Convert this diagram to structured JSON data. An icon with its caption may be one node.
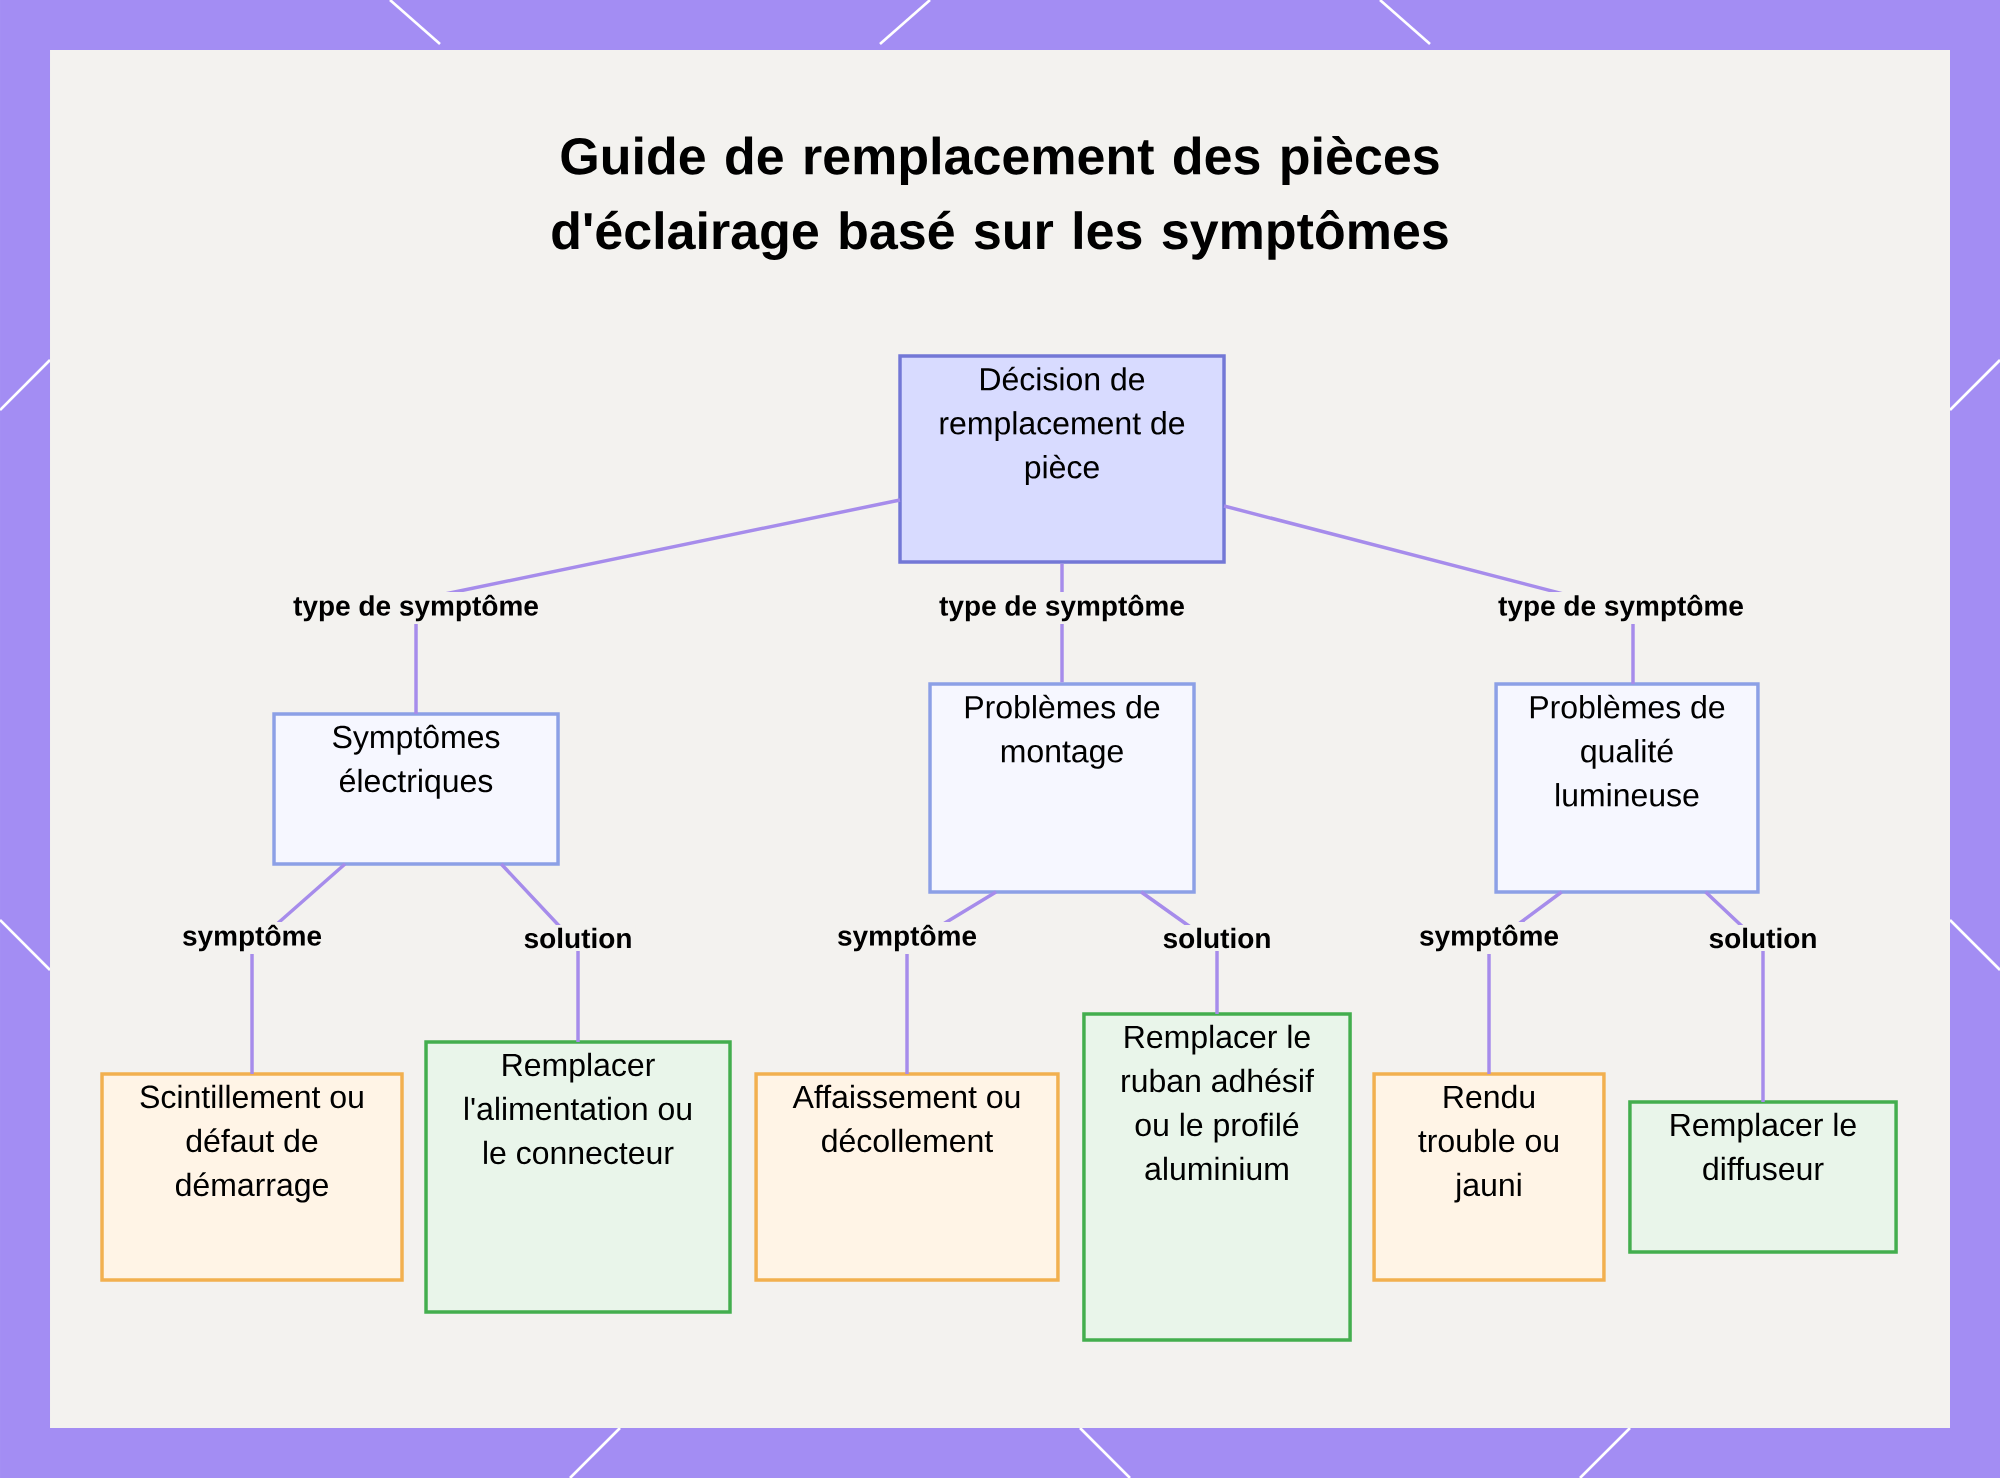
{
  "diagram": {
    "title": "Guide de remplacement des pièces d'éclairage basé sur les symptômes",
    "nodes": [
      {
        "text": [
          "Décision de remplacement de pièce"
        ]
      },
      {
        "text": [
          "Symptômes électriques"
        ]
      },
      {
        "text": [
          "Problèmes de montage"
        ]
      },
      {
        "text": [
          "Problèmes de qualité lumineuse"
        ]
      },
      {
        "text": [
          "Scintillement ou défaut de démarrage"
        ]
      },
      {
        "text": [
          "Remplacer l'alimentation ou le connecteur"
        ]
      },
      {
        "text": [
          "Affaissement ou décollement"
        ]
      },
      {
        "text": [
          "Remplacer le ruban adhésif ou le profilé aluminium"
        ]
      },
      {
        "text": [
          "Rendu trouble ou jauni"
        ]
      },
      {
        "text": [
          "Remplacer le diffuseur"
        ]
      }
    ],
    "edges": [
      {
        "from": 0,
        "to": 1,
        "arrow": "none",
        "label": "type de symptôme"
      },
      {
        "from": 0,
        "to": 2,
        "arrow": "none",
        "label": "type de symptôme"
      },
      {
        "from": 0,
        "to": 3,
        "arrow": "none",
        "label": "type de symptôme"
      },
      {
        "from": 1,
        "to": 4,
        "arrow": "none",
        "label": "symptôme"
      },
      {
        "from": 1,
        "to": 5,
        "arrow": "none",
        "label": "solution"
      },
      {
        "from": 2,
        "to": 6,
        "arrow": "none",
        "label": "symptôme"
      },
      {
        "from": 2,
        "to": 7,
        "arrow": "none",
        "label": "solution"
      },
      {
        "from": 3,
        "to": 8,
        "arrow": "none",
        "label": "symptôme"
      },
      {
        "from": 3,
        "to": 9,
        "arrow": "none",
        "label": "solution"
      }
    ]
  }
}
